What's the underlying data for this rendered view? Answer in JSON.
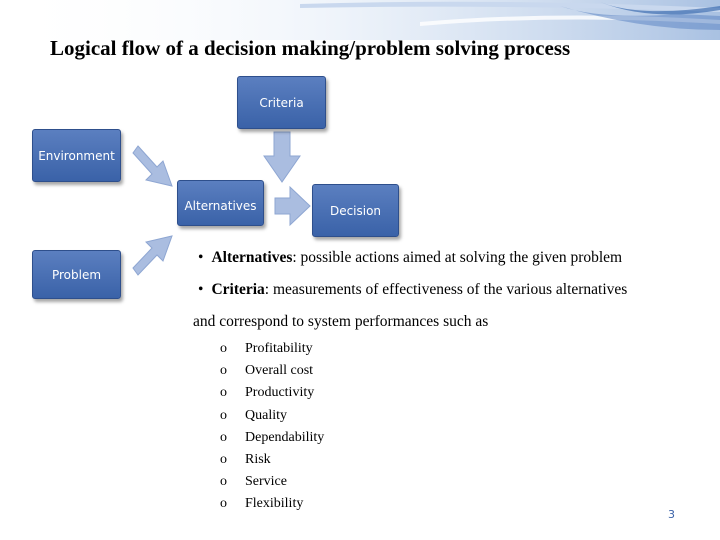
{
  "title": "Logical flow of a decision making/problem solving process",
  "diagram": {
    "nodes": {
      "criteria": "Criteria",
      "environment": "Environment",
      "alternatives": "Alternatives",
      "decision": "Decision",
      "problem": "Problem"
    }
  },
  "bullets": [
    {
      "term": "Alternatives",
      "text": ": possible actions aimed at solving the given problem"
    },
    {
      "term": "Criteria",
      "text": ": measurements of effectiveness of the various alternatives"
    }
  ],
  "continuation": "and correspond to system performances such as",
  "sub_items": [
    "Profitability",
    "Overall cost",
    "Productivity",
    "Quality",
    "Dependability",
    "Risk",
    "Service",
    "Flexibility"
  ],
  "sub_marker": "o",
  "bullet_marker": "•",
  "page_number": "3",
  "colors": {
    "box": "#3a62a8",
    "arrow": "#aabde0"
  }
}
